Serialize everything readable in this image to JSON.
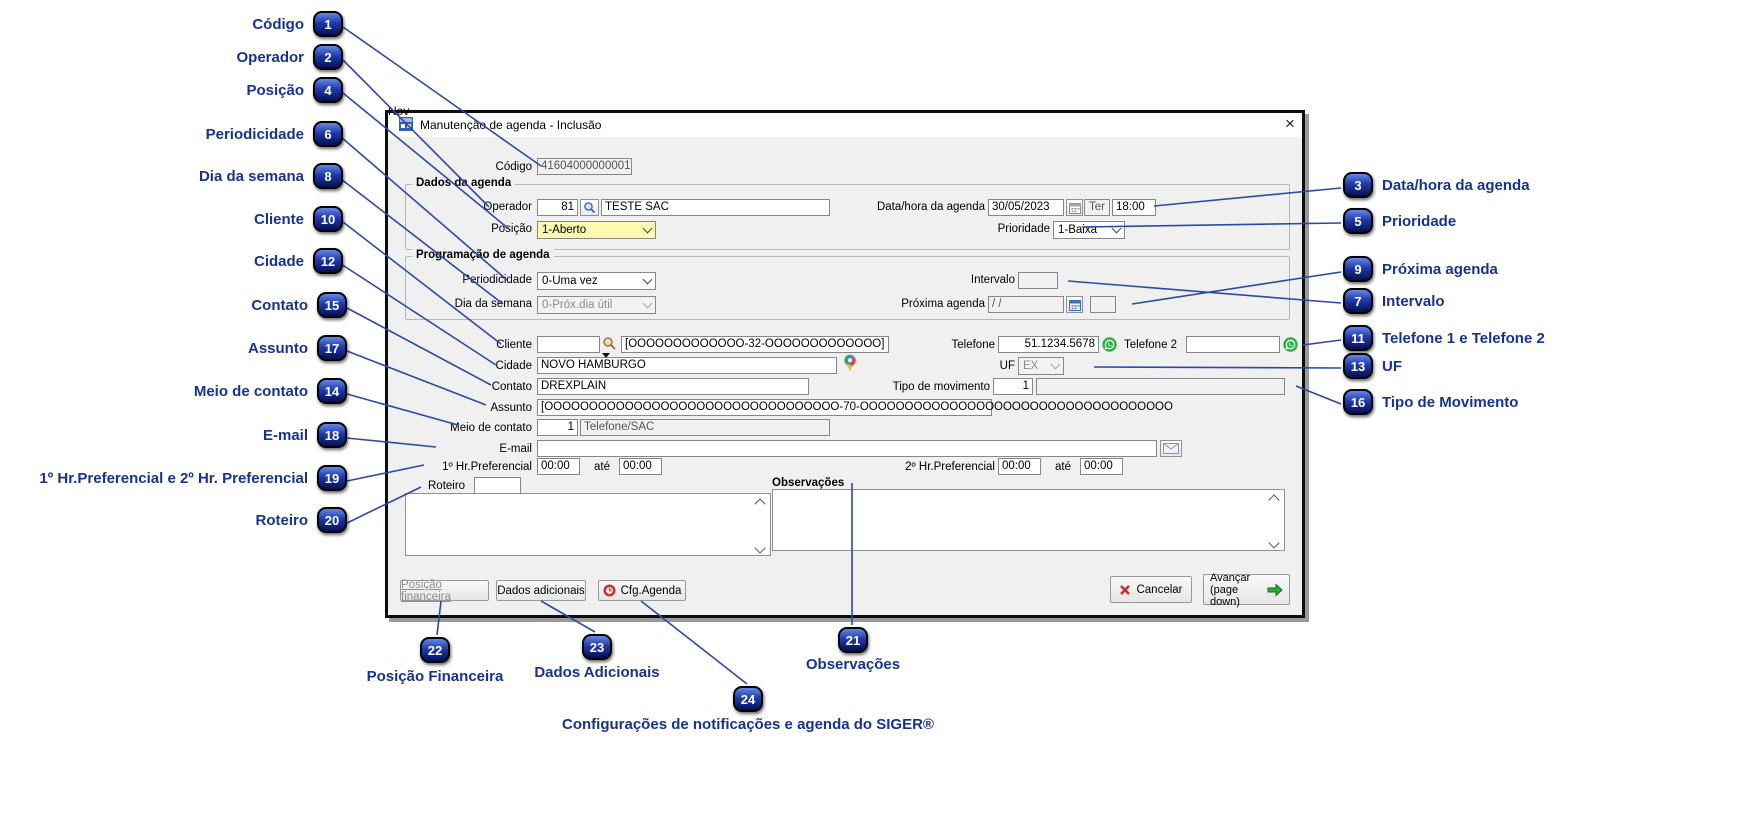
{
  "colors": {
    "callout_text": "#16338f",
    "callout_line": "#2b4aa3",
    "badge_fill_top": "#6488e6",
    "badge_fill_bottom": "#040f55",
    "highlight_yellow": "#fcf9b0",
    "whatsapp_green": "#28b446",
    "cancel_red": "#c92c2c",
    "advance_green": "#2fae2f"
  },
  "background": {
    "fragment": "Nov"
  },
  "window": {
    "title": "Manutenção de agenda - Inclusão",
    "close_glyph": "×",
    "codigo": {
      "label": "Código",
      "value": "41604000000001"
    },
    "dados": {
      "legend": "Dados da agenda",
      "operador_label": "Operador",
      "operador_code": "81",
      "operador_name": "TESTE SAC",
      "datahora_label": "Data/hora da agenda",
      "data": "30/05/2023",
      "dia": "Ter",
      "hora": "18:00",
      "posicao_label": "Posição",
      "posicao_value": "1-Aberto",
      "prioridade_label": "Prioridade",
      "prioridade_value": "1-Baixa"
    },
    "prog": {
      "legend": "Programação de agenda",
      "periodicidade_label": "Periodicidade",
      "periodicidade_value": "0-Uma vez",
      "dia_semana_label": "Dia da semana",
      "dia_semana_value": "0-Próx.dia útil",
      "intervalo_label": "Intervalo",
      "intervalo_value": "",
      "proxima_label": "Próxima agenda",
      "proxima_value": "/ /",
      "proxima_extra": ""
    },
    "cliente_label": "Cliente",
    "cliente_code": "",
    "cliente_mask": "[OOOOOOOOOOOOO-32-OOOOOOOOOOOOO]",
    "telefone_label": "Telefone",
    "telefone_value": "51.1234.5678",
    "telefone2_label": "Telefone 2",
    "telefone2_value": "",
    "cidade_label": "Cidade",
    "cidade_value": "NOVO HAMBURGO",
    "uf_label": "UF",
    "uf_value": "EX",
    "contato_label": "Contato",
    "contato_value": "DREXPLAIN",
    "tipomov_label": "Tipo de movimento",
    "tipomov_value": "1",
    "tipomov_extra": "",
    "assunto_label": "Assunto",
    "assunto_value": "[OOOOOOOOOOOOOOOOOOOOOOOOOOOOOOOOO-70-OOOOOOOOOOOOOOOOOOOOOOOOOOOOOOOOOOO",
    "meio_label": "Meio de contato",
    "meio_code": "1",
    "meio_value": "Telefone/SAC",
    "email_label": "E-mail",
    "email_value": "",
    "hr1_label": "1º Hr.Preferencial",
    "hr1_de": "00:00",
    "hr1_ate_label": "até",
    "hr1_ate": "00:00",
    "hr2_label": "2º Hr.Preferencial",
    "hr2_de": "00:00",
    "hr2_ate_label": "até",
    "hr2_ate": "00:00",
    "roteiro_label": "Roteiro",
    "roteiro_value": "",
    "observacoes_label": "Observações",
    "buttons": {
      "posicao_financeira": "Posição financeira",
      "dados_adicionais": "Dados adicionais",
      "cfg_agenda": "Cfg.Agenda",
      "cancelar": "Cancelar",
      "avancar_l1": "Avançar",
      "avancar_l2": "(page down)"
    }
  },
  "callouts": {
    "left": [
      {
        "num": "1",
        "label": "Código"
      },
      {
        "num": "2",
        "label": "Operador"
      },
      {
        "num": "4",
        "label": "Posição"
      },
      {
        "num": "6",
        "label": "Periodicidade"
      },
      {
        "num": "8",
        "label": "Dia da semana"
      },
      {
        "num": "10",
        "label": "Cliente"
      },
      {
        "num": "12",
        "label": "Cidade"
      },
      {
        "num": "15",
        "label": "Contato"
      },
      {
        "num": "17",
        "label": "Assunto"
      },
      {
        "num": "14",
        "label": "Meio de contato"
      },
      {
        "num": "18",
        "label": "E-mail"
      },
      {
        "num": "19",
        "label": "1º Hr.Preferencial e 2º Hr. Preferencial"
      },
      {
        "num": "20",
        "label": "Roteiro"
      }
    ],
    "right": [
      {
        "num": "3",
        "label": "Data/hora da agenda"
      },
      {
        "num": "5",
        "label": "Prioridade"
      },
      {
        "num": "9",
        "label": "Próxima agenda"
      },
      {
        "num": "7",
        "label": "Intervalo"
      },
      {
        "num": "11",
        "label": "Telefone 1 e Telefone 2"
      },
      {
        "num": "13",
        "label": "UF"
      },
      {
        "num": "16",
        "label": "Tipo de Movimento"
      }
    ],
    "bottom": [
      {
        "num": "22",
        "label": "Posição Financeira"
      },
      {
        "num": "23",
        "label": "Dados Adicionais"
      },
      {
        "num": "24",
        "label": "Configurações de notificações e agenda do SIGER®"
      },
      {
        "num": "21",
        "label": "Observações"
      }
    ]
  }
}
